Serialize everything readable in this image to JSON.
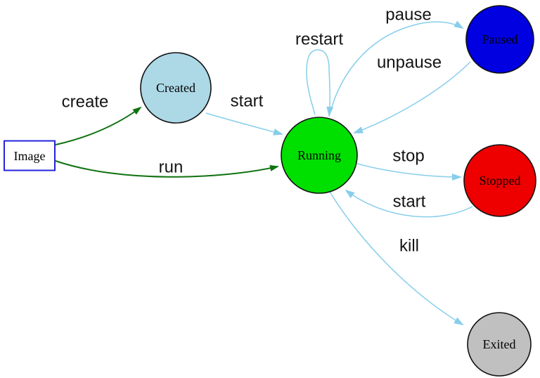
{
  "diagram": {
    "kind": "state-diagram",
    "background": "#ffffff",
    "colors": {
      "edge_light_blue": "#87ceeb",
      "edge_dark_green": "#0f720f",
      "node_border": "#111111",
      "image_box_border": "#2323dd",
      "label_text": "#141414",
      "node_text": "#000000"
    },
    "nodes": {
      "image": {
        "label": "Image",
        "shape": "box",
        "fill": "#ffffff",
        "border": "#2323dd"
      },
      "created": {
        "label": "Created",
        "shape": "circle",
        "fill": "#add8e6"
      },
      "running": {
        "label": "Running",
        "shape": "circle",
        "fill": "#00e000"
      },
      "paused": {
        "label": "Paused",
        "shape": "circle",
        "fill": "#0000e0"
      },
      "stopped": {
        "label": "Stopped",
        "shape": "circle",
        "fill": "#ee0000"
      },
      "exited": {
        "label": "Exited",
        "shape": "circle",
        "fill": "#c0c0c0"
      }
    },
    "edges": {
      "create": {
        "label": "create",
        "from": "image",
        "to": "created",
        "color": "#0f720f"
      },
      "run": {
        "label": "run",
        "from": "image",
        "to": "running",
        "color": "#0f720f"
      },
      "start1": {
        "label": "start",
        "from": "created",
        "to": "running",
        "color": "#87ceeb"
      },
      "restart": {
        "label": "restart",
        "from": "running",
        "to": "running",
        "color": "#87ceeb"
      },
      "pause": {
        "label": "pause",
        "from": "running",
        "to": "paused",
        "color": "#87ceeb"
      },
      "unpause": {
        "label": "unpause",
        "from": "paused",
        "to": "running",
        "color": "#87ceeb"
      },
      "stop": {
        "label": "stop",
        "from": "running",
        "to": "stopped",
        "color": "#87ceeb"
      },
      "start2": {
        "label": "start",
        "from": "stopped",
        "to": "running",
        "color": "#87ceeb"
      },
      "kill": {
        "label": "kill",
        "from": "running",
        "to": "exited",
        "color": "#87ceeb"
      }
    }
  }
}
